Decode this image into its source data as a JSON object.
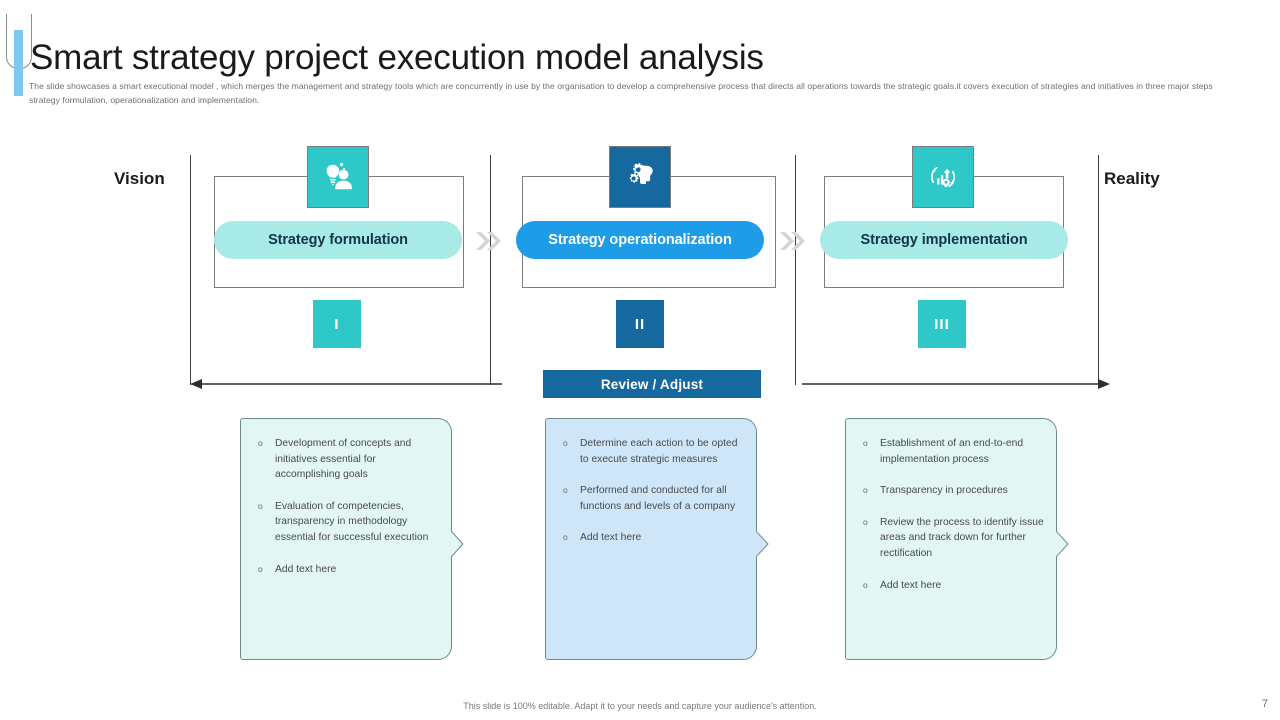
{
  "slide": {
    "title": "Smart strategy project execution model analysis",
    "subtitle": "The slide showcases a smart executional model  , which merges the management and strategy  tools which are concurrently in use by the organisation to develop a comprehensive process that directs all operations towards the strategic goals.it covers execution of strategies and initiatives in  three major  steps strategy formulation, operationalization and implementation.",
    "footer_note": "This slide is 100% editable. Adapt it to your needs and capture your audience's attention.",
    "page_number": "7",
    "accent_color": "#7ec8ee"
  },
  "axis": {
    "left_label": "Vision",
    "right_label": "Reality"
  },
  "review_banner": {
    "label": "Review / Adjust",
    "color": "#16699f"
  },
  "stages": [
    {
      "pill_label": "Strategy formulation",
      "numeral": "I",
      "icon": "lightbulb-person-icon",
      "icon_color": "#2ec8c8",
      "pill_color": "#a8eae5",
      "numeral_color": "#2ec8c8"
    },
    {
      "pill_label": "Strategy operationalization",
      "numeral": "II",
      "icon": "head-gears-icon",
      "icon_color": "#16699f",
      "pill_color": "#1e9ce8",
      "numeral_color": "#16699f"
    },
    {
      "pill_label": "Strategy implementation",
      "numeral": "III",
      "icon": "growth-refresh-icon",
      "icon_color": "#2ec8c8",
      "pill_color": "#a8eae5",
      "numeral_color": "#2ec8c8"
    }
  ],
  "callouts": [
    {
      "fill": "#e2f6f4",
      "bullets": [
        "Development  of concepts and initiatives  essential for accomplishing  goals",
        "Evaluation  of competencies, transparency  in methodology  essential for  successful execution",
        "Add text here"
      ]
    },
    {
      "fill": "#cfe6f9",
      "bullets": [
        "Determine  each action to be opted  to execute strategic  measures",
        "Performed  and conducted for  all functions  and levels of a company",
        "Add text here"
      ]
    },
    {
      "fill": "#e2f6f4",
      "bullets": [
        "Establishment of an end-to-end implementation  process",
        "Transparency  in procedures",
        "Review  the process to identify  issue areas  and track down  for further rectification",
        "Add text here"
      ]
    }
  ]
}
